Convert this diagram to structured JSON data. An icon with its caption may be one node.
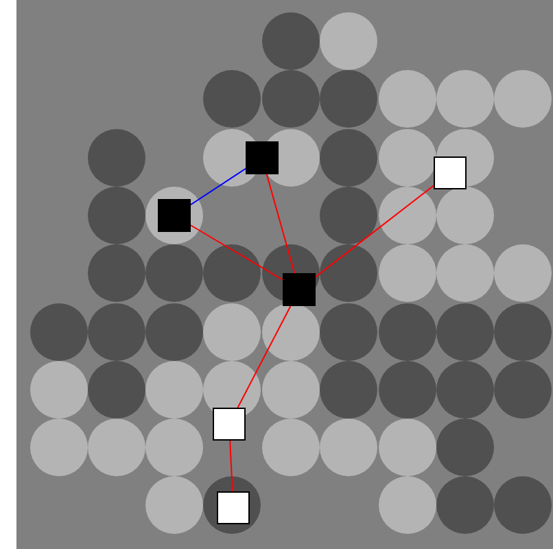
{
  "diagram": {
    "nodes": [
      {
        "text": [],
        "shape": "box"
      },
      {
        "text": [],
        "shape": "box"
      },
      {
        "text": [],
        "shape": "box"
      },
      {
        "text": [],
        "shape": "box"
      },
      {
        "text": [],
        "shape": "box"
      },
      {
        "text": [],
        "shape": "box"
      }
    ],
    "edges": [
      {
        "from": 2,
        "to": 0,
        "arrow": "none",
        "color": "#0000ff"
      },
      {
        "from": 0,
        "to": 3,
        "arrow": "none"
      },
      {
        "from": 2,
        "to": 3,
        "arrow": "none"
      },
      {
        "from": 1,
        "to": 3,
        "arrow": "none"
      },
      {
        "from": 3,
        "to": 4,
        "arrow": "none"
      },
      {
        "from": 4,
        "to": 5,
        "arrow": "none"
      }
    ]
  }
}
